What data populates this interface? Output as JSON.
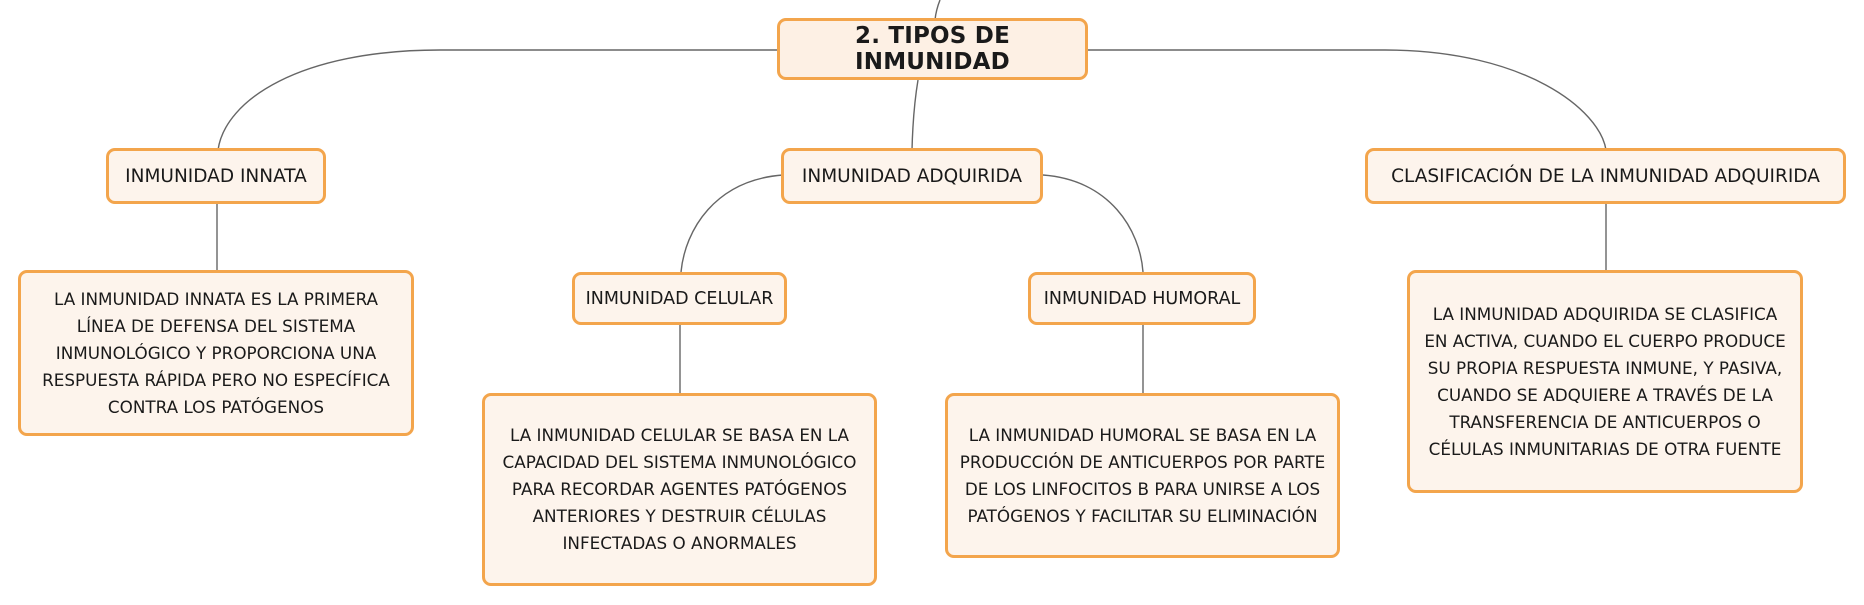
{
  "mindmap": {
    "root": {
      "label": "2. TIPOS DE INMUNIDAD"
    },
    "innata": {
      "label": "INMUNIDAD INNATA",
      "description": "LA INMUNIDAD INNATA ES LA PRIMERA LÍNEA DE DEFENSA DEL SISTEMA INMUNOLÓGICO Y PROPORCIONA UNA RESPUESTA RÁPIDA PERO NO ESPECÍFICA CONTRA LOS PATÓGENOS"
    },
    "adquirida": {
      "label": "INMUNIDAD ADQUIRIDA",
      "celular": {
        "label": "INMUNIDAD CELULAR",
        "description": "LA INMUNIDAD CELULAR SE BASA EN LA CAPACIDAD DEL SISTEMA INMUNOLÓGICO PARA RECORDAR AGENTES PATÓGENOS ANTERIORES Y DESTRUIR CÉLULAS INFECTADAS O ANORMALES"
      },
      "humoral": {
        "label": "INMUNIDAD HUMORAL",
        "description": "LA INMUNIDAD HUMORAL SE BASA EN LA PRODUCCIÓN DE ANTICUERPOS POR PARTE DE LOS LINFOCITOS B PARA UNIRSE A LOS PATÓGENOS Y FACILITAR SU ELIMINACIÓN"
      }
    },
    "clasificacion": {
      "label": "CLASIFICACIÓN DE LA INMUNIDAD ADQUIRIDA",
      "description": "LA INMUNIDAD ADQUIRIDA SE CLASIFICA EN ACTIVA, CUANDO EL CUERPO PRODUCE SU PROPIA RESPUESTA INMUNE, Y PASIVA, CUANDO SE ADQUIERE A TRAVÉS DE LA TRANSFERENCIA DE ANTICUERPOS O CÉLULAS INMUNITARIAS DE OTRA FUENTE"
    }
  },
  "colors": {
    "node_border": "#f3a54c",
    "node_fill": "#fdf4ec",
    "connector": "#666666"
  }
}
